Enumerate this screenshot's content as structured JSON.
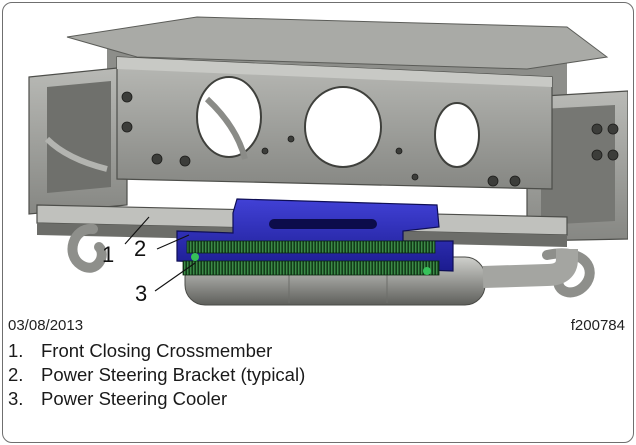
{
  "callouts": [
    "1",
    "2",
    "3"
  ],
  "date": "03/08/2013",
  "figure_id": "f200784",
  "legend": [
    {
      "num": "1.",
      "text": "Front Closing Crossmember"
    },
    {
      "num": "2.",
      "text": "Power Steering Bracket (typical)"
    },
    {
      "num": "3.",
      "text": "Power Steering Cooler"
    }
  ],
  "colors": {
    "bracket": "#2727b8",
    "frame": "#9b9c98",
    "cooler_fins": "#1d6a2a",
    "background": "#ffffff"
  }
}
